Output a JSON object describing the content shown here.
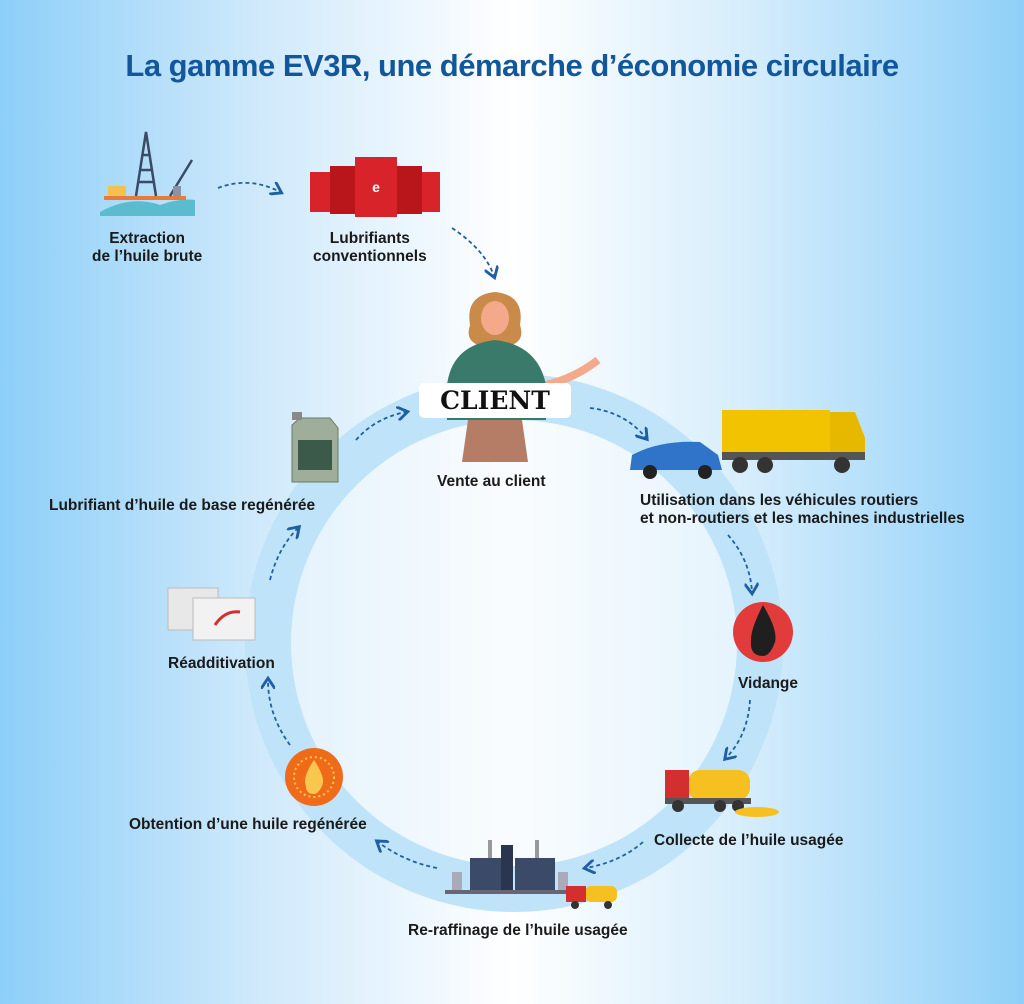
{
  "title": "La gamme EV3R, une démarche d’économie circulaire",
  "client_sign": "CLIENT",
  "steps": {
    "extraction": "Extraction\nde l’huile brute",
    "extraction_l1": "Extraction",
    "extraction_l2": "de l’huile brute",
    "conventional_l1": "Lubrifiants",
    "conventional_l2": "conventionnels",
    "sale": "Vente au client",
    "usage_l1": "Utilisation dans les véhicules routiers",
    "usage_l2": "et non-routiers et les machines industrielles",
    "drain": "Vidange",
    "collection": "Collecte de l’huile usagée",
    "rerefining": "Re-raffinage de l’huile usagée",
    "regenerated": "Obtention d’une huile regénérée",
    "readditivation": "Réadditivation",
    "lubricant": "Lubrifiant d’huile de base regénérée"
  },
  "colors": {
    "title": "#12579b",
    "ring": "#bfe3f8",
    "arrow": "#1f5fa3",
    "barrel": "#d8232a",
    "truck": "#f2c300"
  }
}
